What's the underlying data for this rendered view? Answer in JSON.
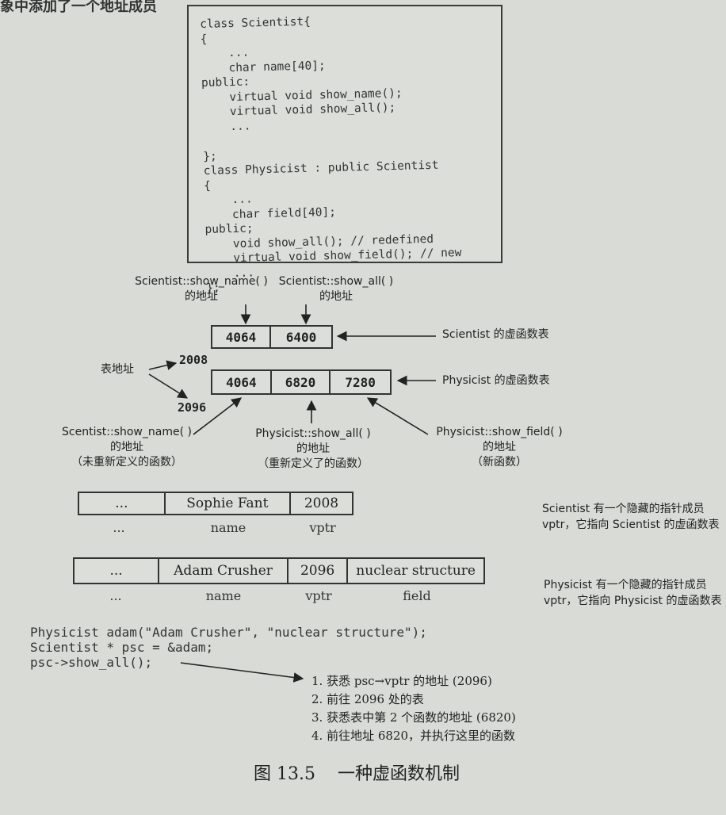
{
  "top_text": "象中添加了一个地址成员",
  "code_block": {
    "lines": [
      "class Scientist{",
      "{",
      "    ...",
      "    char name[40];",
      "public:",
      "    virtual void show_name();",
      "    virtual void show_all();",
      "    ...",
      "",
      "};",
      "class Physicist : public Scientist",
      "{",
      "    ...",
      "    char field[40];",
      "public;",
      "    void show_all(); // redefined",
      "    virtual void show_field(); // new",
      "    ...",
      "};"
    ]
  },
  "labels": {
    "scientist_show_name": "Scientist::show_name( )\n的地址",
    "scientist_show_all": "Scientist::show_all( )\n的地址",
    "table_address": "表地址",
    "addr_2008": "2008",
    "addr_2096": "2096",
    "scientist_vtable": "Scientist 的虚函数表",
    "physicist_vtable": "Physicist 的虚函数表",
    "scentist_show_name_inherited": "Scentist::show_name( )\n的地址\n（未重新定义的函数）",
    "physicist_show_all": "Physicist::show_all( )\n的地址\n（重新定义了的函数）",
    "physicist_show_field": "Physicist::show_field( )\n的地址\n（新函数）"
  },
  "scientist_vtable_cells": [
    "4064",
    "6400"
  ],
  "physicist_vtable_cells": [
    "4064",
    "6820",
    "7280"
  ],
  "scientist_object": {
    "cells": [
      "...",
      "Sophie Fant",
      "2008"
    ],
    "field_labels": [
      "...",
      "name",
      "vptr"
    ],
    "note": "Scientist 有一个隐藏的指针成员 vptr，它指向 Scientist 的虚函数表"
  },
  "physicist_object": {
    "cells": [
      "...",
      "Adam Crusher",
      "2096",
      "nuclear structure"
    ],
    "field_labels": [
      "...",
      "name",
      "vptr",
      "field"
    ],
    "note": "Physicist 有一个隐藏的指针成员 vptr，它指向 Physicist 的虚函数表"
  },
  "bottom_code": [
    "Physicist adam(\"Adam Crusher\", \"nuclear structure\");",
    "Scientist * psc = &adam;",
    "psc->show_all();"
  ],
  "steps": [
    "1. 获悉 psc→vptr 的地址 (2096)",
    "2. 前往 2096 处的表",
    "3. 获悉表中第 2 个函数的地址 (6820)",
    "4. 前往地址 6820，并执行这里的函数"
  ],
  "caption": {
    "number": "图 13.5",
    "title": "一种虚函数机制"
  }
}
